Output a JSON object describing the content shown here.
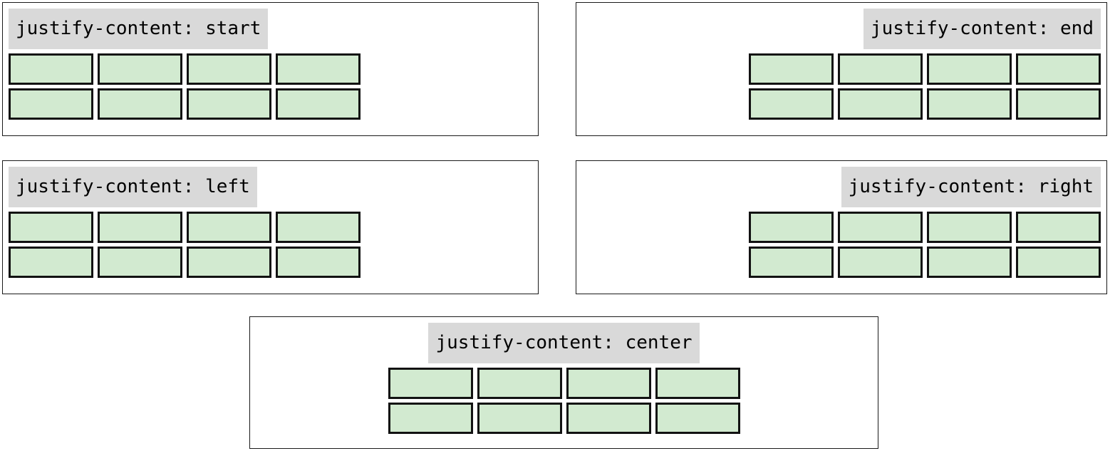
{
  "page": {
    "title": "CSS justify-content value demonstrations",
    "background_color": "#ffffff",
    "label_background_color": "#d9d9d9",
    "item_fill_color": "#d2ead0",
    "item_border_color": "#121212",
    "panel_border_color": "#1a1a1a"
  },
  "panels": [
    {
      "id": "start",
      "label": "justify-content: start",
      "value": "start",
      "align": "start",
      "rows": [
        [
          "",
          "",
          "",
          ""
        ],
        [
          "",
          "",
          "",
          ""
        ]
      ],
      "items_per_row": 4,
      "row_count": 2
    },
    {
      "id": "end",
      "label": "justify-content: end",
      "value": "end",
      "align": "end",
      "rows": [
        [
          "",
          "",
          "",
          ""
        ],
        [
          "",
          "",
          "",
          ""
        ]
      ],
      "items_per_row": 4,
      "row_count": 2
    },
    {
      "id": "left",
      "label": "justify-content: left",
      "value": "left",
      "align": "start",
      "rows": [
        [
          "",
          "",
          "",
          ""
        ],
        [
          "",
          "",
          "",
          ""
        ]
      ],
      "items_per_row": 4,
      "row_count": 2
    },
    {
      "id": "right",
      "label": "justify-content: right",
      "value": "right",
      "align": "end",
      "rows": [
        [
          "",
          "",
          "",
          ""
        ],
        [
          "",
          "",
          "",
          ""
        ]
      ],
      "items_per_row": 4,
      "row_count": 2
    },
    {
      "id": "center",
      "label": "justify-content: center",
      "value": "center",
      "align": "center",
      "rows": [
        [
          "",
          "",
          "",
          ""
        ],
        [
          "",
          "",
          "",
          ""
        ]
      ],
      "items_per_row": 4,
      "row_count": 2
    }
  ]
}
